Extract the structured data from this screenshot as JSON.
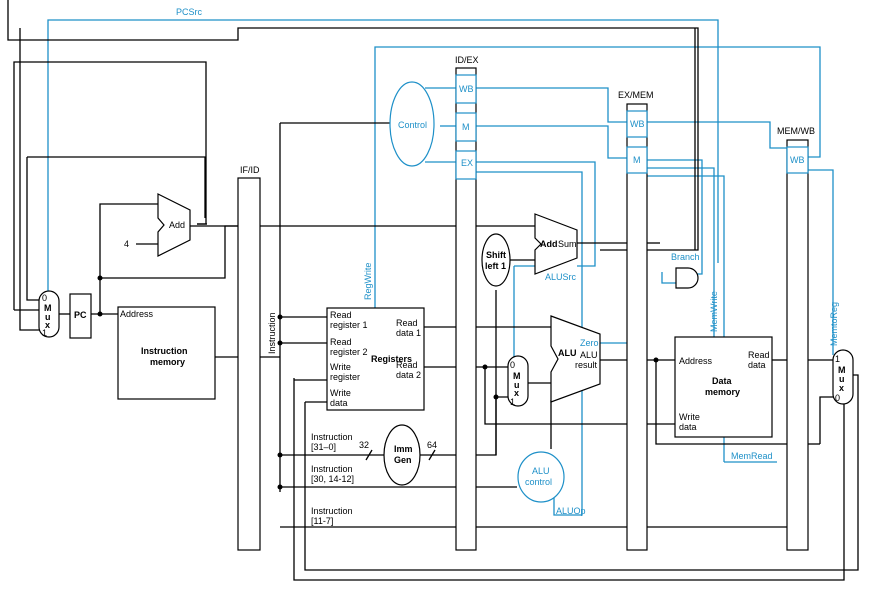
{
  "signals": {
    "pcsrc": "PCSrc",
    "regwrite": "RegWrite",
    "memwrite": "MemWrite",
    "memtoreg": "MemtoReg",
    "memread": "MemRead",
    "branch": "Branch",
    "alusrc": "ALUSrc",
    "aluop": "ALUOp"
  },
  "pipeline_registers": {
    "ifid": "IF/ID",
    "idex": "ID/EX",
    "exmem": "EX/MEM",
    "memwb": "MEM/WB"
  },
  "stage_fields": {
    "wb": "WB",
    "m": "M",
    "ex": "EX"
  },
  "units": {
    "control": "Control",
    "add": "Add",
    "four": "4",
    "pc": "PC",
    "address": "Address",
    "instruction_memory_line1": "Instruction",
    "instruction_memory_line2": "memory",
    "instruction": "Instruction",
    "registers": "Registers",
    "read_register_1_a": "Read",
    "read_register_1_b": "register 1",
    "read_register_2_a": "Read",
    "read_register_2_b": "register 2",
    "write_register_a": "Write",
    "write_register_b": "register",
    "write_data_a": "Write",
    "write_data_b": "data",
    "read_data_1_a": "Read",
    "read_data_1_b": "data 1",
    "read_data_2_a": "Read",
    "read_data_2_b": "data 2",
    "shift_left_a": "Shift",
    "shift_left_b": "left 1",
    "add_sum_add": "Add",
    "add_sum_sum": "Sum",
    "alu": "ALU",
    "zero": "Zero",
    "alu_result_a": "ALU",
    "alu_result_b": "result",
    "alu_control_a": "ALU",
    "alu_control_b": "control",
    "imm_gen_a": "Imm",
    "imm_gen_b": "Gen",
    "bits_32": "32",
    "bits_64": "64",
    "instr_31_0_a": "Instruction",
    "instr_31_0_b": "[31–0]",
    "instr_30_a": "Instruction",
    "instr_30_b": "[30, 14-12]",
    "instr_11_7_a": "Instruction",
    "instr_11_7_b": "[11-7]",
    "data_memory_a": "Data",
    "data_memory_b": "memory",
    "dm_address": "Address",
    "dm_read_data_a": "Read",
    "dm_read_data_b": "data",
    "dm_write_data_a": "Write",
    "dm_write_data_b": "data"
  },
  "mux": {
    "label_m": "M",
    "label_u": "u",
    "label_x": "x",
    "zero": "0",
    "one": "1"
  },
  "colors": {
    "wire": "#000000",
    "control_signal": "#1e90c8"
  }
}
